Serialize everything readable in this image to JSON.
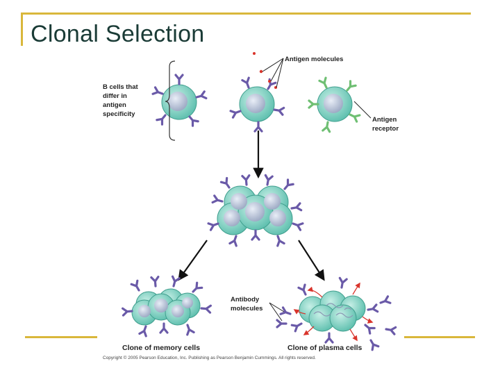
{
  "slide": {
    "title": "Clonal Selection",
    "accent_color": "#d9b73b"
  },
  "figure": {
    "labels": {
      "b_cells": [
        "B cells that",
        "differ in",
        "antigen",
        "specificity"
      ],
      "antigen_molecules": "Antigen molecules",
      "antigen_receptor": [
        "Antigen",
        "receptor"
      ],
      "antibody_molecules": [
        "Antibody",
        "molecules"
      ],
      "memory_clone": "Clone of memory cells",
      "plasma_clone": "Clone of plasma cells",
      "copyright": "Copyright © 2005 Pearson Education, Inc. Publishing as Pearson Benjamin Cummings. All rights reserved."
    },
    "colors": {
      "cell_fill": "#7fd1c1",
      "cell_stroke": "#3f9e8d",
      "nucleus": "#b9c4d8",
      "receptor_purple": "#6a5aa8",
      "receptor_green": "#6fbf73",
      "antigen_red": "#d9342b"
    }
  }
}
